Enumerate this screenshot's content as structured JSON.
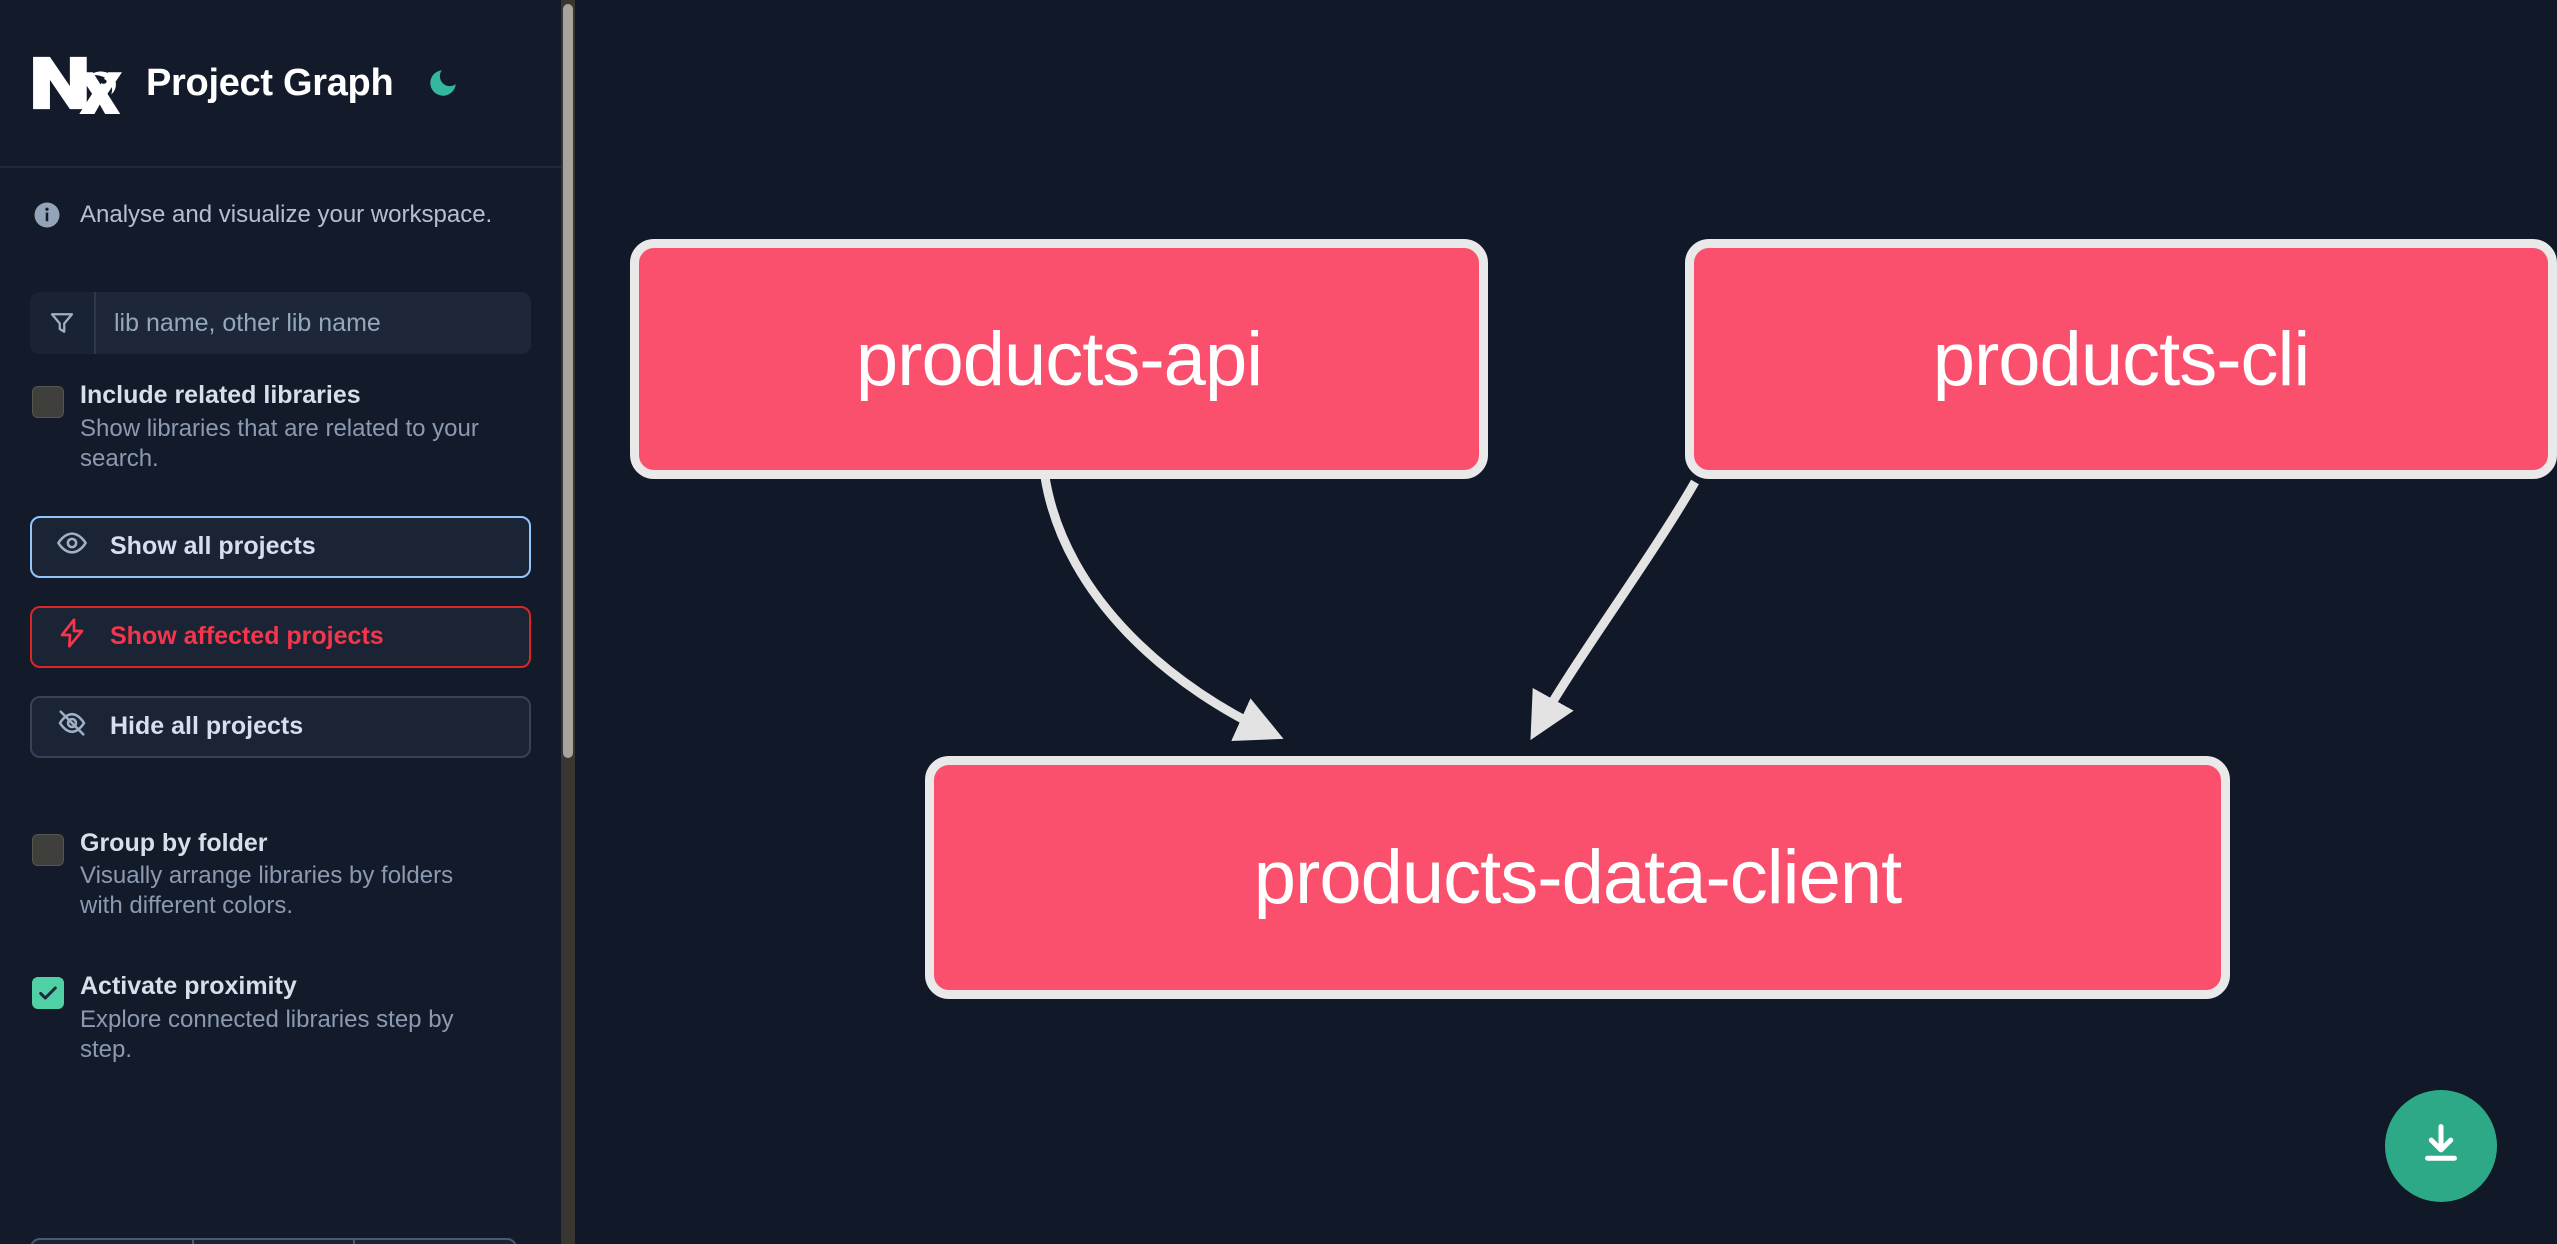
{
  "app": {
    "title": "Project Graph",
    "logo_name": "nx-logo",
    "theme_toggle_icon": "moon-icon"
  },
  "sidebar": {
    "tagline": "Analyse and visualize your workspace.",
    "tagline_icon": "info-icon",
    "search": {
      "icon": "filter-funnel-icon",
      "placeholder": "lib name, other lib name",
      "value": ""
    },
    "checkboxes": [
      {
        "name": "include-related-libraries",
        "label": "Include related libraries",
        "description": "Show libraries that are related to your search.",
        "checked": false
      },
      {
        "name": "group-by-folder",
        "label": "Group by folder",
        "description": "Visually arrange libraries by folders with different colors.",
        "checked": false
      },
      {
        "name": "activate-proximity",
        "label": "Activate proximity",
        "description": "Explore connected libraries step by step.",
        "checked": true
      }
    ],
    "buttons": [
      {
        "name": "show-all-projects",
        "label": "Show all projects",
        "icon": "eye-icon",
        "style": "primary"
      },
      {
        "name": "show-affected-projects",
        "label": "Show affected projects",
        "icon": "lightning-bolt-icon",
        "style": "danger"
      },
      {
        "name": "hide-all-projects",
        "label": "Hide all projects",
        "icon": "eye-off-icon",
        "style": "default"
      }
    ]
  },
  "canvas": {
    "download_button_icon": "download-icon",
    "nodes": [
      {
        "id": "products-api",
        "label": "products-api"
      },
      {
        "id": "products-cli",
        "label": "products-cli"
      },
      {
        "id": "products-data-client",
        "label": "products-data-client"
      }
    ],
    "edges": [
      {
        "from": "products-api",
        "to": "products-data-client"
      },
      {
        "from": "products-cli",
        "to": "products-data-client"
      }
    ]
  },
  "colors": {
    "node_fill": "#fa506e",
    "node_border": "#e9e9ea",
    "accent_green": "#2ea987",
    "danger_red": "#f4364c",
    "primary_blue": "#93c5fd",
    "canvas_bg": "#111827",
    "sidebar_bg": "#131b2b"
  }
}
